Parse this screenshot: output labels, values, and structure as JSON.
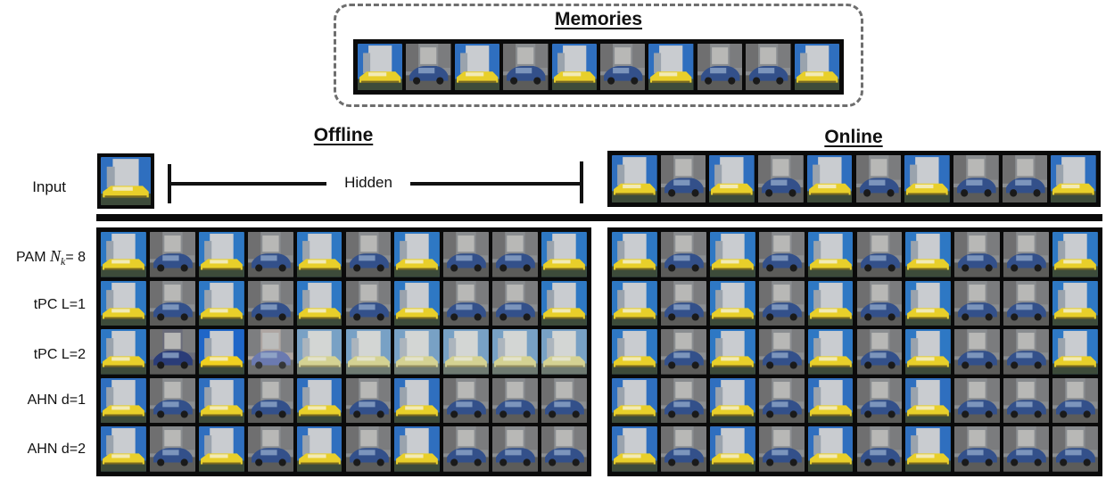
{
  "titles": {
    "memories": "Memories",
    "offline": "Offline",
    "online": "Online"
  },
  "labels": {
    "input": "Input",
    "hidden": "Hidden"
  },
  "methods": [
    {
      "prefix": "PAM ",
      "var": "N",
      "sub": "k",
      "suffix": "= 8",
      "name": "PAM N_k = 8"
    },
    {
      "prefix": "tPC L=1",
      "var": "",
      "sub": "",
      "suffix": "",
      "name": "tPC L=1"
    },
    {
      "prefix": "tPC L=2",
      "var": "",
      "sub": "",
      "suffix": "",
      "name": "tPC L=2"
    },
    {
      "prefix": "AHN d=1",
      "var": "",
      "sub": "",
      "suffix": "",
      "name": "AHN d=1"
    },
    {
      "prefix": "AHN d=2",
      "var": "",
      "sub": "",
      "suffix": "",
      "name": "AHN d=2"
    }
  ],
  "memory_sequence": [
    "A",
    "B",
    "A",
    "B",
    "A",
    "B",
    "A",
    "B",
    "B",
    "A"
  ],
  "offline_input": [
    "A"
  ],
  "online_input": [
    "A",
    "B",
    "A",
    "B",
    "A",
    "B",
    "A",
    "B",
    "B",
    "A"
  ],
  "offline_outputs": [
    [
      "Ay",
      "B",
      "Ay",
      "B",
      "Ay",
      "B",
      "Ay",
      "B",
      "B",
      "Ay"
    ],
    [
      "Ay",
      "B",
      "Ay",
      "B",
      "Ay",
      "B",
      "Ay",
      "B",
      "B",
      "Ay"
    ],
    [
      "Ay",
      "Bd",
      "Ab",
      "Bp",
      "Am",
      "Am",
      "Am",
      "Am",
      "Am",
      "Am"
    ],
    [
      "A",
      "B",
      "A",
      "B",
      "A",
      "B",
      "A",
      "B",
      "B",
      "B"
    ],
    [
      "A",
      "B",
      "A",
      "B",
      "A",
      "B",
      "A",
      "B",
      "B",
      "B"
    ]
  ],
  "online_outputs": [
    [
      "Ay",
      "B",
      "Ay",
      "B",
      "Ay",
      "B",
      "Ay",
      "B",
      "B",
      "Ay"
    ],
    [
      "Ay",
      "B",
      "Ay",
      "B",
      "Ay",
      "B",
      "Ay",
      "B",
      "B",
      "Ay"
    ],
    [
      "Ay",
      "B",
      "Ay",
      "B",
      "Ay",
      "B",
      "Ay",
      "B",
      "B",
      "Ay"
    ],
    [
      "A",
      "B",
      "A",
      "B",
      "A",
      "B",
      "A",
      "B",
      "B",
      "B"
    ],
    [
      "A",
      "B",
      "A",
      "B",
      "A",
      "B",
      "A",
      "B",
      "B",
      "B"
    ]
  ],
  "colors": {
    "frame": "#0a0a0a",
    "dashed_border": "#6e6e6e",
    "sky": "#2f6fbf",
    "car_yellow": "#e8cf2a",
    "car_blue": "#33508a"
  },
  "icons": {
    "image_A": "yellow-car-thumbnail",
    "image_B": "blue-car-thumbnail"
  }
}
